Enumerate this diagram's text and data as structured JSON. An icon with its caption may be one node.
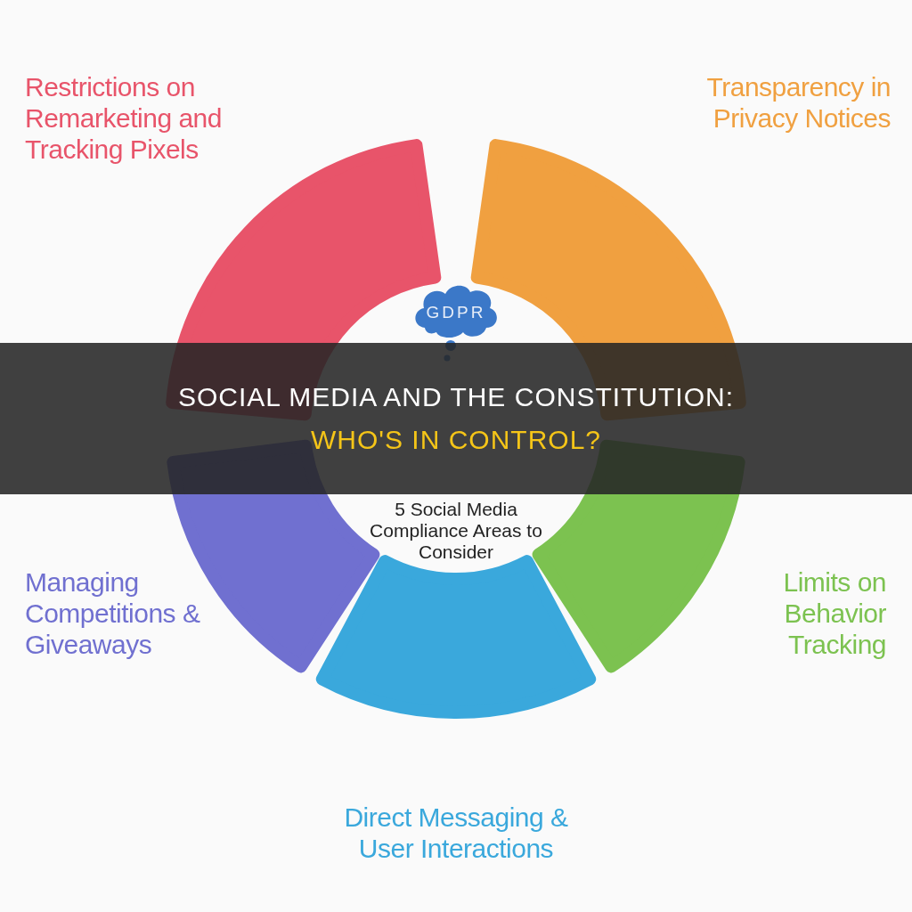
{
  "diagram": {
    "title": "SOCIAL MEDIA AND THE CONSTITUTION:",
    "nodes": [
      {
        "text": [
          "GDPR"
        ]
      },
      {
        "text": [
          "5 Social Media Compliance Areas to Consider"
        ]
      }
    ],
    "labels": [
      "WHO'S IN CONTROL?"
    ],
    "legend": [
      {
        "text": "Restrictions on Remarketing and Tracking Pixels",
        "color": "#e8546a"
      },
      {
        "text": "Transparency in Privacy Notices",
        "color": "#f0a040"
      },
      {
        "text": "Limits on Behavior Tracking",
        "color": "#7cc250"
      },
      {
        "text": "Direct Messaging & User Interactions",
        "color": "#3aa8dc"
      },
      {
        "text": "Managing Competitions & Giveaways",
        "color": "#7070d0"
      }
    ]
  }
}
